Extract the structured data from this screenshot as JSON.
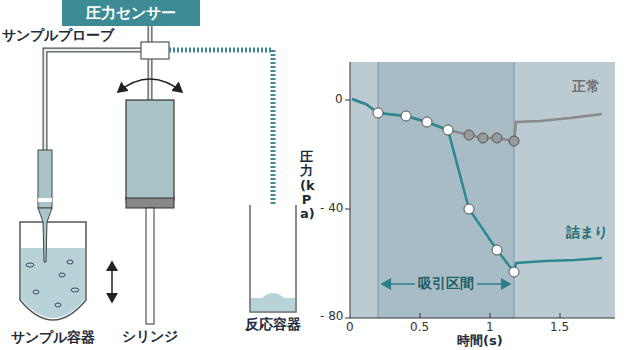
{
  "diagram": {
    "nodes": [
      {
        "text": [
          "圧力センサー"
        ]
      }
    ],
    "labels": [
      "サンプルプローブ",
      "サンプル容器",
      "シリンジ",
      "反応容器",
      "正常",
      "詰まり",
      "吸引区間",
      "圧力(kPa)",
      "0",
      "- 40",
      "- 80",
      "0",
      "0.5",
      "1",
      "1.5",
      "時間(s)"
    ]
  }
}
